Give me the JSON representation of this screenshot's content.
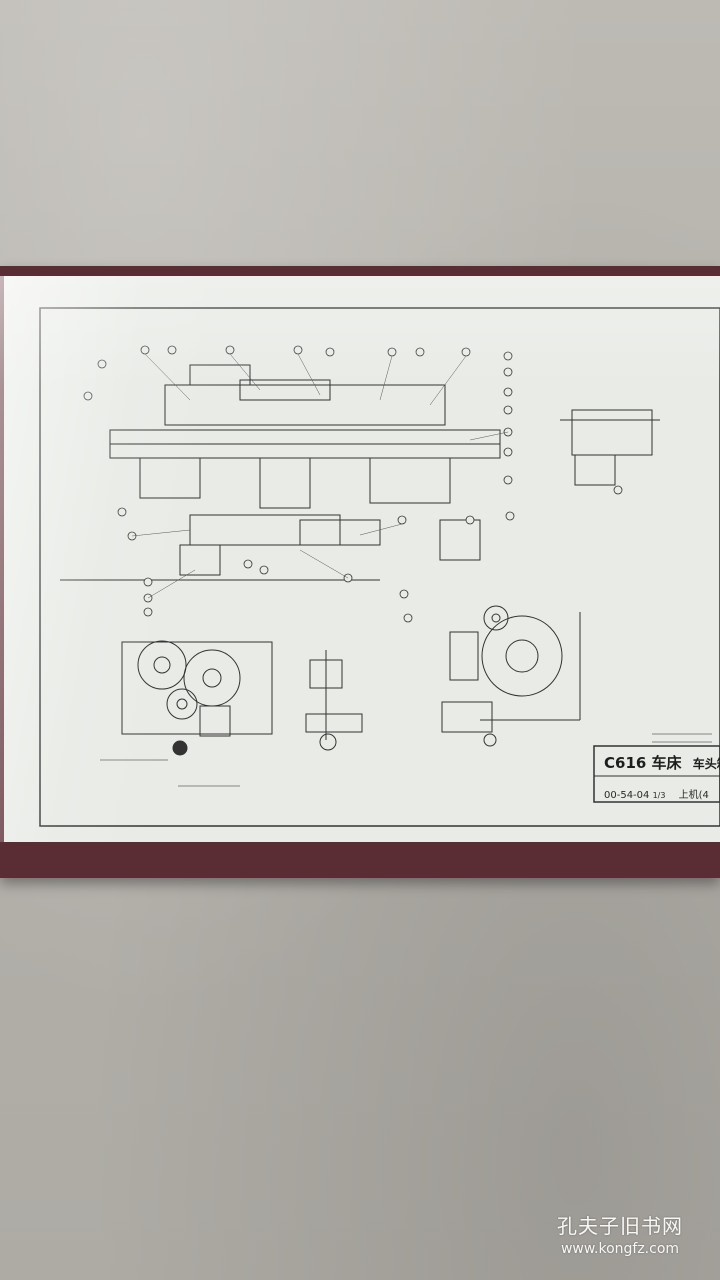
{
  "drawing": {
    "title": "C616 车床",
    "subtitle": "车头箱",
    "code": "00-54-04",
    "code_fraction": "1/3",
    "sheet_note": "上机(4"
  },
  "watermark": {
    "name": "孔夫子旧书网",
    "url": "www.kongfz.com"
  },
  "colors": {
    "floor": "#b7b4ae",
    "folder": "#5a2c33",
    "paper": "#e8ebe6",
    "ink": "#2b2b2b"
  }
}
